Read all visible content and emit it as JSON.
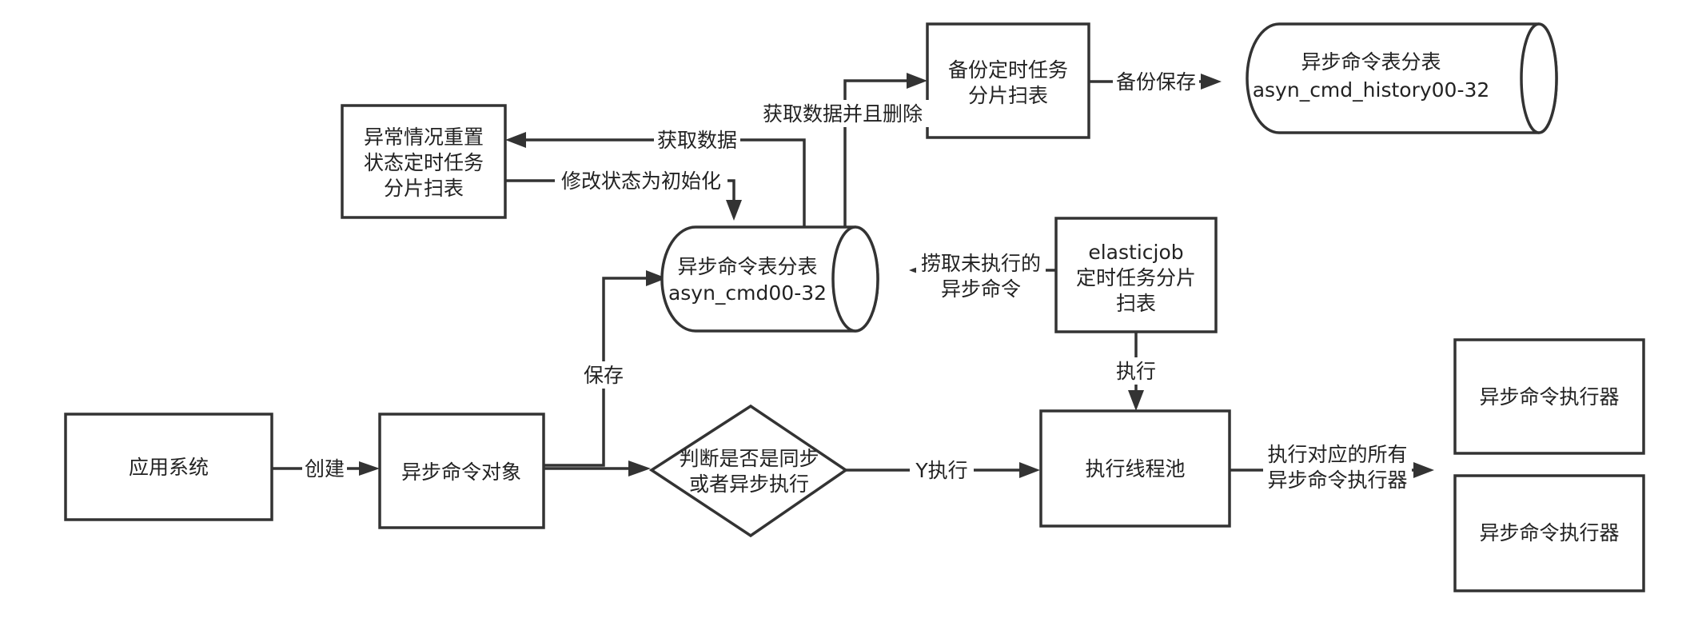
{
  "nodes": {
    "app_system": "应用系统",
    "async_cmd_object": "异步命令对象",
    "decision": [
      "判断是否是同步",
      "或者异步执行"
    ],
    "thread_pool": "执行线程池",
    "executor_1": "异步命令执行器",
    "executor_2": "异步命令执行器",
    "cmd_table": [
      "异步命令表分表",
      "asyn_cmd00-32"
    ],
    "elasticjob": [
      "elasticjob",
      "定时任务分片",
      "扫表"
    ],
    "reset_job": [
      "异常情况重置",
      "状态定时任务",
      "分片扫表"
    ],
    "backup_job": [
      "备份定时任务",
      "分片扫表"
    ],
    "history_table": [
      "异步命令表分表",
      "asyn_cmd_history00-32"
    ]
  },
  "edges": {
    "create": "创建",
    "save": "保存",
    "y_execute": "Y执行",
    "execute": "执行",
    "execute_all": [
      "执行对应的所有",
      "异步命令执行器"
    ],
    "fetch_unexecuted": [
      "捞取未执行的",
      "异步命令"
    ],
    "fetch_data": "获取数据",
    "modify_status": "修改状态为初始化",
    "fetch_and_delete": "获取数据并且删除",
    "backup_save": "备份保存"
  }
}
